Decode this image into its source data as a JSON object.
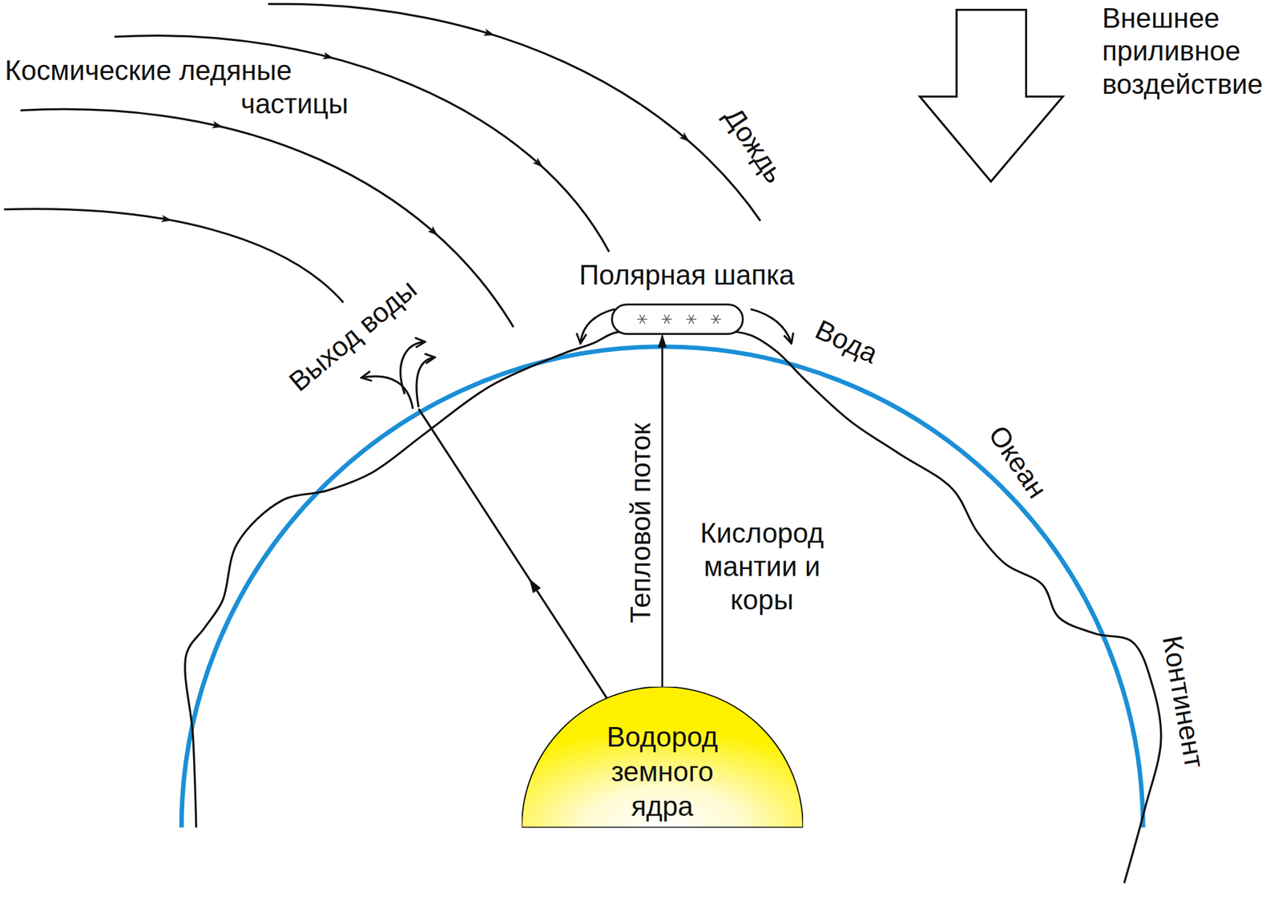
{
  "diagram": {
    "nodes": [
      {
        "text": [
          "Полярная шапка"
        ]
      },
      {
        "text": [
          "Водород земного ядра"
        ]
      }
    ],
    "edges": [
      {
        "from": 1,
        "to": 0,
        "arrow": "to",
        "label": "Тепловой поток"
      }
    ],
    "labels": [
      "Космические ледяные частицы",
      "Дождь",
      "Внешнее приливное воздействие",
      "Выход воды",
      "Вода",
      "Океан",
      "Континент",
      "Кислород мантии и коры"
    ]
  }
}
